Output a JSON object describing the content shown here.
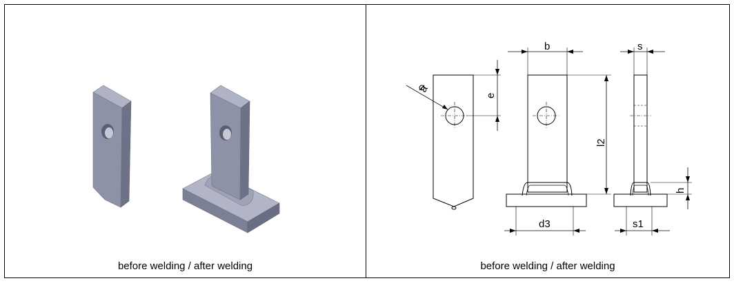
{
  "panels": {
    "left": {
      "caption": "before welding / after welding"
    },
    "right": {
      "caption": "before welding / after welding"
    }
  },
  "dimensions": {
    "a": "a",
    "e": "e",
    "b": "b",
    "s": "s",
    "l2": "l2",
    "h": "h",
    "d3": "d3",
    "s1": "s1"
  },
  "colors": {
    "metal_light": "#9ea1b4",
    "metal_mid": "#868a9e",
    "metal_dark": "#6c7085",
    "line": "#000000"
  }
}
